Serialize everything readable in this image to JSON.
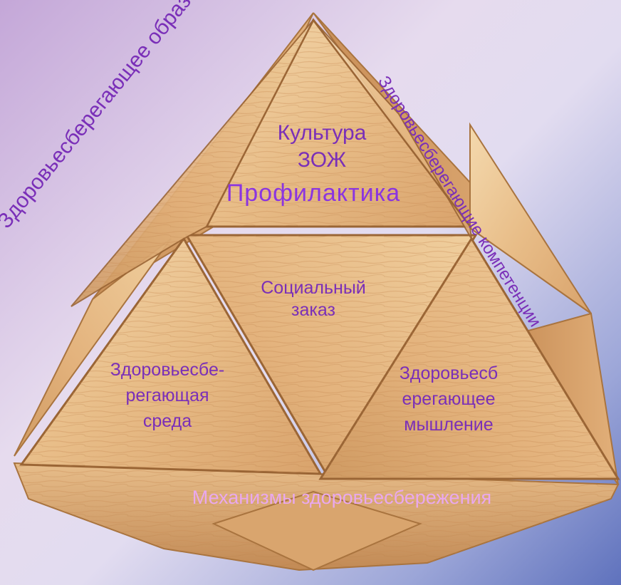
{
  "diagram": {
    "top_label_line1": "Культура",
    "top_label_line2": "ЗОЖ",
    "top_label_line3": "Профилактика",
    "center_label_line1": "Социальный",
    "center_label_line2": "заказ",
    "left_label_line1": "Здоровьесбе-",
    "left_label_line2": "регающая",
    "left_label_line3": "среда",
    "right_label_line1": "Здоровьесб",
    "right_label_line2": "ерегающее",
    "right_label_line3": "мышление",
    "left_edge_label": "Здоровьесберегающее образование",
    "right_edge_label": "Здоровьесберегающие компетенции",
    "bottom_label": "Механизмы здоровьесбережения"
  },
  "colors": {
    "text_purple": "#7a2fb8",
    "text_violet": "#8b35e0",
    "text_pink": "#e9a8ee",
    "wood_light": "#f2d3a6",
    "wood_mid": "#e2b07a",
    "wood_dark": "#b98452"
  }
}
